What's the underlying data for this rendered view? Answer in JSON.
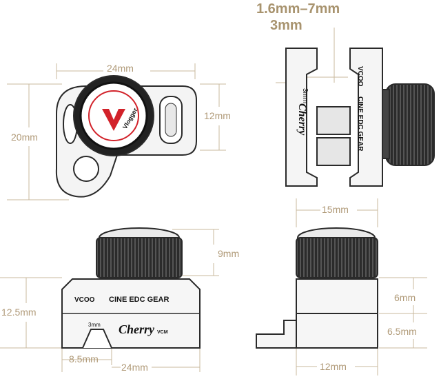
{
  "dimensions": {
    "top_range": "1.6mm–7mm",
    "top_slot": "3mm",
    "front_width": "24mm",
    "front_height": "20mm",
    "front_knob": "12mm",
    "side_knob_height": "9mm",
    "bottom_width": "24mm",
    "bottom_height": "12.5mm",
    "bottom_offset": "8.5mm",
    "right_width": "15mm",
    "right_upper": "6mm",
    "right_lower": "6.5mm",
    "right_bottom": "12mm"
  },
  "labels": {
    "brand_marks": "VCOO",
    "product": "CINE EDC GEAR",
    "brand": "Cherry",
    "brand_suffix": "VCM",
    "logo": "Vlogger",
    "slot_mark": "3mm"
  },
  "colors": {
    "dimension_text": "#b09a78",
    "lines": "#c8b89e",
    "body_outline": "#2a2a2a",
    "logo_red": "#d2222a"
  }
}
